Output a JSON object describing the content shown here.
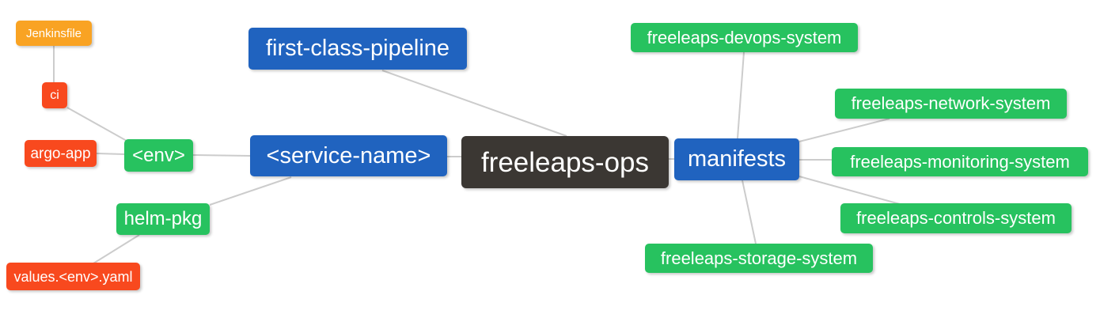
{
  "diagram": {
    "type": "mind-map",
    "background": "#ffffff",
    "edge_color": "#cccccc",
    "palette": {
      "root": "#3b3733",
      "primary": "#2063bf",
      "success": "#27c25f",
      "danger": "#f8491e",
      "warning": "#f9a323"
    }
  },
  "nodes": {
    "freeleaps_ops": {
      "label": "freeleaps-ops",
      "color": "#3b3733"
    },
    "first_class_pipeline": {
      "label": "first-class-pipeline",
      "color": "#2063bf"
    },
    "service_name": {
      "label": "<service-name>",
      "color": "#2063bf"
    },
    "manifests": {
      "label": "manifests",
      "color": "#2063bf"
    },
    "env": {
      "label": "<env>",
      "color": "#27c25f"
    },
    "helm_pkg": {
      "label": "helm-pkg",
      "color": "#27c25f"
    },
    "ci": {
      "label": "ci",
      "color": "#f8491e"
    },
    "argo_app": {
      "label": "argo-app",
      "color": "#f8491e"
    },
    "values_yaml": {
      "label": "values.<env>.yaml",
      "color": "#f8491e"
    },
    "jenkinsfile": {
      "label": "Jenkinsfile",
      "color": "#f9a323"
    },
    "devops_system": {
      "label": "freeleaps-devops-system",
      "color": "#27c25f"
    },
    "network_system": {
      "label": "freeleaps-network-system",
      "color": "#27c25f"
    },
    "monitoring_system": {
      "label": "freeleaps-monitoring-system",
      "color": "#27c25f"
    },
    "controls_system": {
      "label": "freeleaps-controls-system",
      "color": "#27c25f"
    },
    "storage_system": {
      "label": "freeleaps-storage-system",
      "color": "#27c25f"
    }
  },
  "edges": [
    {
      "from": "jenkinsfile",
      "to": "ci"
    },
    {
      "from": "ci",
      "to": "env"
    },
    {
      "from": "argo_app",
      "to": "env"
    },
    {
      "from": "env",
      "to": "service_name"
    },
    {
      "from": "helm_pkg",
      "to": "service_name"
    },
    {
      "from": "values_yaml",
      "to": "helm_pkg"
    },
    {
      "from": "first_class_pipeline",
      "to": "freeleaps_ops"
    },
    {
      "from": "service_name",
      "to": "freeleaps_ops"
    },
    {
      "from": "freeleaps_ops",
      "to": "manifests"
    },
    {
      "from": "manifests",
      "to": "devops_system"
    },
    {
      "from": "manifests",
      "to": "network_system"
    },
    {
      "from": "manifests",
      "to": "monitoring_system"
    },
    {
      "from": "manifests",
      "to": "controls_system"
    },
    {
      "from": "manifests",
      "to": "storage_system"
    }
  ]
}
